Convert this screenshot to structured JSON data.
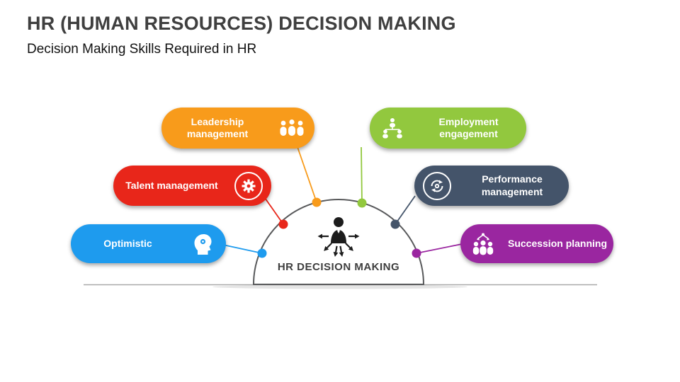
{
  "title": "HR (HUMAN RESOURCES) DECISION MAKING",
  "subtitle": "Decision Making Skills Required in HR",
  "center": {
    "label": "HR DECISION MAKING"
  },
  "diagram": {
    "outline_color": "#58595B",
    "text_color": "#3F3F3F"
  },
  "pills": [
    {
      "label": "Leadership management",
      "color": "#F89B1B",
      "icon": "team-icon"
    },
    {
      "label": "Talent management",
      "color": "#E8261A",
      "icon": "gear-icon"
    },
    {
      "label": "Optimistic",
      "color": "#1E9BEE",
      "icon": "head-icon"
    },
    {
      "label": "Employment engagement",
      "color": "#92C83E",
      "icon": "org-chart-icon"
    },
    {
      "label": "Performance management",
      "color": "#44546A",
      "icon": "cycle-gear-icon"
    },
    {
      "label": "Succession planning",
      "color": "#9A26A0",
      "icon": "succession-icon"
    }
  ]
}
